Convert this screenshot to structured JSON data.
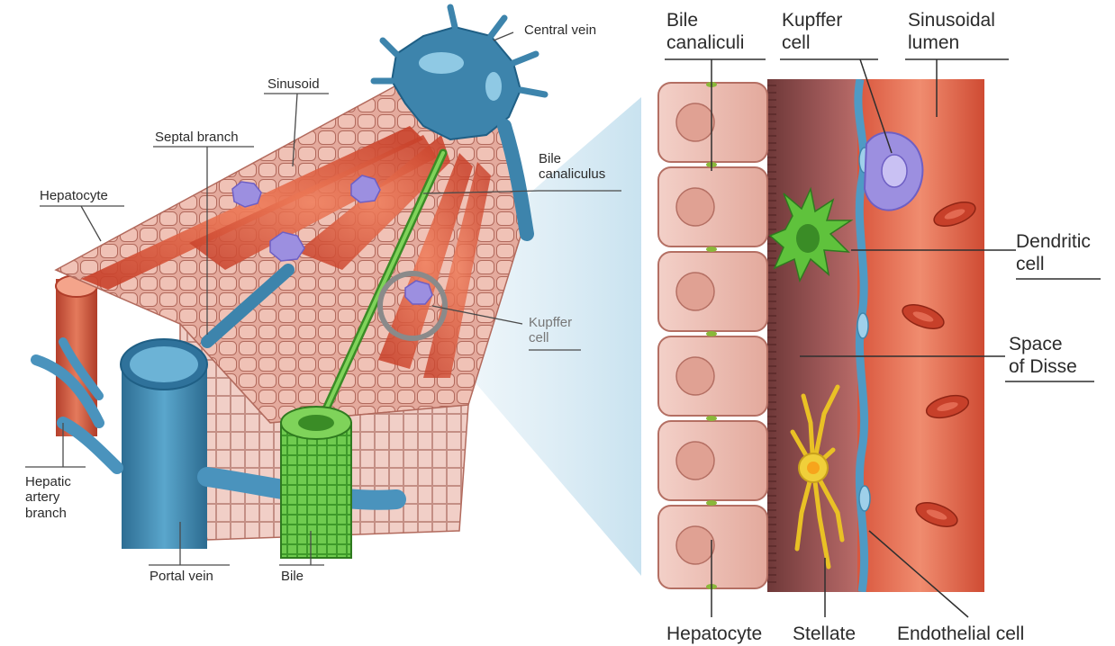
{
  "left_panel": {
    "labels": {
      "central_vein": "Central vein",
      "sinusoid": "Sinusoid",
      "septal_branch": "Septal branch",
      "hepatocyte": "Hepatocyte",
      "bile_canaliculus": "Bile\ncanaliculus",
      "kupffer_cell": "Kupffer\ncell",
      "hepatic_artery_branch": "Hepatic\nartery\nbranch",
      "portal_vein": "Portal vein",
      "bile": "Bile"
    }
  },
  "right_panel": {
    "labels": {
      "bile_canaliculi": "Bile\ncanaliculi",
      "kupffer_cell": "Kupffer\ncell",
      "sinusoidal_lumen": "Sinusoidal\nlumen",
      "dendritic_cell": "Dendritic\ncell",
      "space_of_disse": "Space\nof Disse",
      "hepatocyte": "Hepatocyte",
      "stellate": "Stellate",
      "endothelial_cell": "Endothelial cell"
    }
  },
  "colors": {
    "hepatocyte": "#e7b4a8",
    "hepatocyte_outline": "#b46f63",
    "sinusoid": "#d9553a",
    "vein_blue": "#3f86ad",
    "bile_green": "#4fae35",
    "kupffer_purple": "#9c8fe0",
    "stellate_yellow": "#f0cf3a",
    "space_of_disse": "#8a4a4a"
  }
}
